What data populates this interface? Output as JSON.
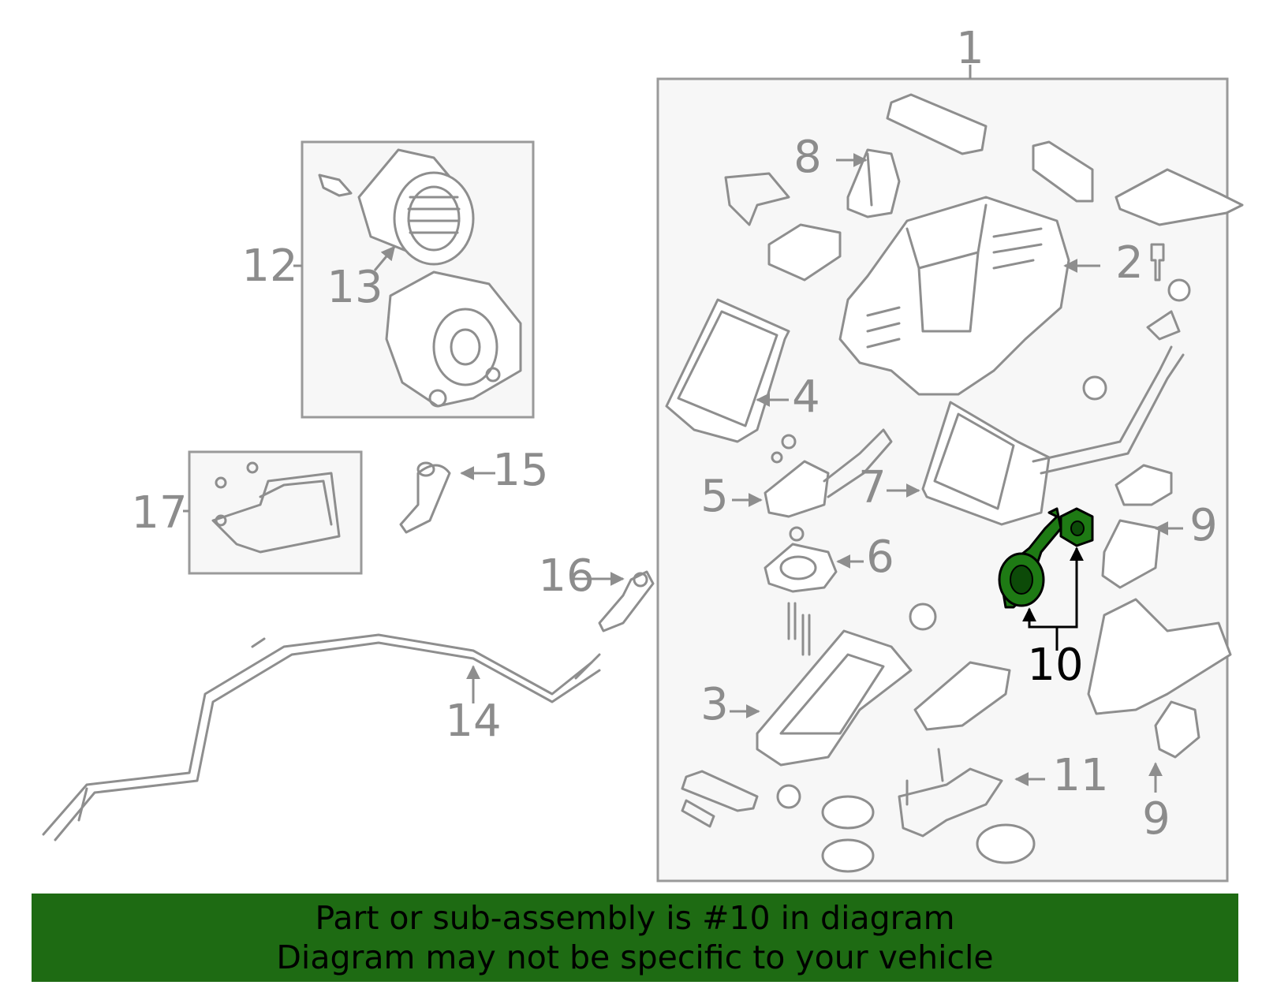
{
  "callouts": {
    "c1": "1",
    "c2": "2",
    "c3": "3",
    "c4": "4",
    "c5": "5",
    "c6": "6",
    "c7": "7",
    "c8": "8",
    "c9a": "9",
    "c9b": "9",
    "c10": "10",
    "c11": "11",
    "c12": "12",
    "c13": "13",
    "c14": "14",
    "c15": "15",
    "c16": "16",
    "c17": "17"
  },
  "highlighted_part": "10",
  "banner": {
    "line1": "Part or sub-assembly is #10 in diagram",
    "line2": "Diagram may not be specific to your vehicle"
  },
  "colors": {
    "highlight_fill": "#1e7a14",
    "banner_bg": "#1e6b13",
    "callout_gray": "#8c8c8c"
  }
}
